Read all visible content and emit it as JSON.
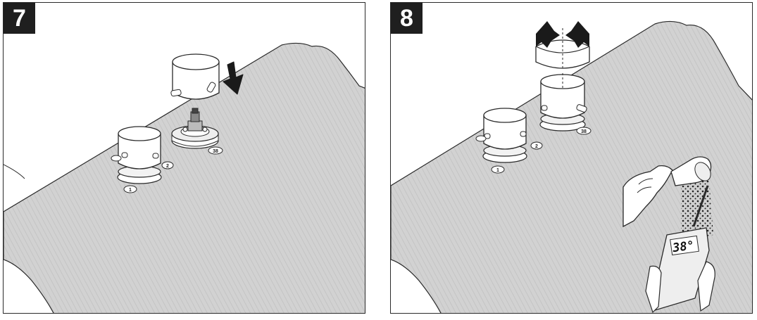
{
  "panels": [
    {
      "step": "7",
      "labels": {
        "left_outlet": "1",
        "right_outlet": "2",
        "valve": "38"
      }
    },
    {
      "step": "8",
      "labels": {
        "left_outlet": "1",
        "right_outlet": "2",
        "valve": "38"
      },
      "thermometer_reading": "38°"
    }
  ],
  "colors": {
    "surface": "#d2d2d2",
    "outline": "#2a2a2a",
    "badge": "#1f1f1f",
    "arrow": "#1a1a1a"
  }
}
